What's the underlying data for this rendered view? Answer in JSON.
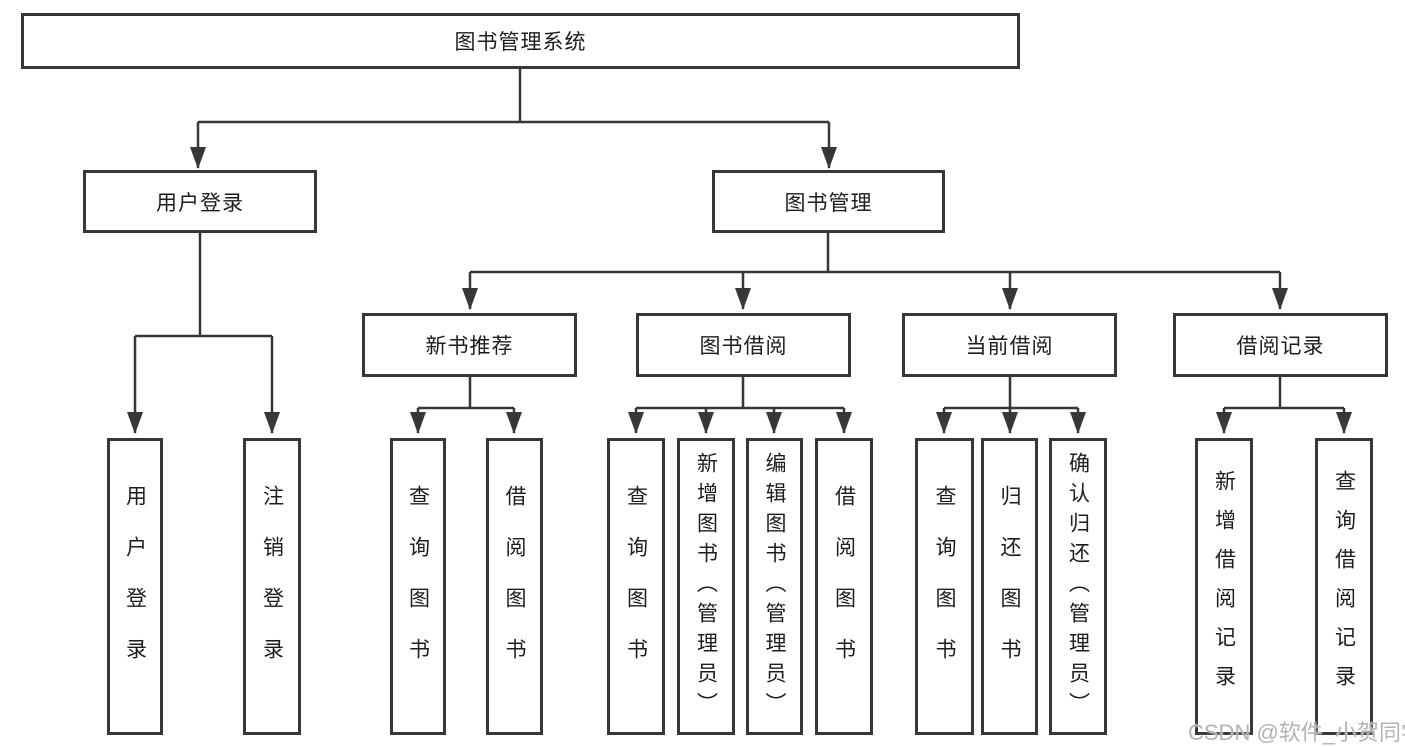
{
  "diagram": {
    "nodes": {
      "root": "图书管理系统",
      "user_login": "用户登录",
      "book_management": "图书管理",
      "new_book_rec": "新书推荐",
      "book_borrow": "图书借阅",
      "current_borrow": "当前借阅",
      "borrow_records": "借阅记录",
      "leaf_user_login": "用户登录",
      "leaf_logout": "注销登录",
      "leaf_query_book_a": "查询图书",
      "leaf_borrow_book_a": "借阅图书",
      "leaf_query_book_b": "查询图书",
      "leaf_add_book_admin": "新增图书（管理员）",
      "leaf_edit_book_admin": "编辑图书（管理员）",
      "leaf_borrow_book_b": "借阅图书",
      "leaf_query_book_c": "查询图书",
      "leaf_return_book": "归还图书",
      "leaf_confirm_return_admin": "确认归还（管理员）",
      "leaf_add_borrow_record": "新增借阅记录",
      "leaf_query_borrow_record": "查询借阅记录"
    },
    "hierarchy": {
      "图书管理系统": [
        "用户登录",
        "图书管理"
      ],
      "用户登录": [
        "用户登录",
        "注销登录"
      ],
      "图书管理": [
        "新书推荐",
        "图书借阅",
        "当前借阅",
        "借阅记录"
      ],
      "新书推荐": [
        "查询图书",
        "借阅图书"
      ],
      "图书借阅": [
        "查询图书",
        "新增图书（管理员）",
        "编辑图书（管理员）",
        "借阅图书"
      ],
      "当前借阅": [
        "查询图书",
        "归还图书",
        "确认归还（管理员）"
      ],
      "借阅记录": [
        "新增借阅记录",
        "查询借阅记录"
      ]
    }
  },
  "watermark": "CSDN @软件_小贺同学",
  "colors": {
    "line": "#373737",
    "text": "#1d1d1d",
    "watermark": "#b3b3b3",
    "background": "#ffffff"
  }
}
